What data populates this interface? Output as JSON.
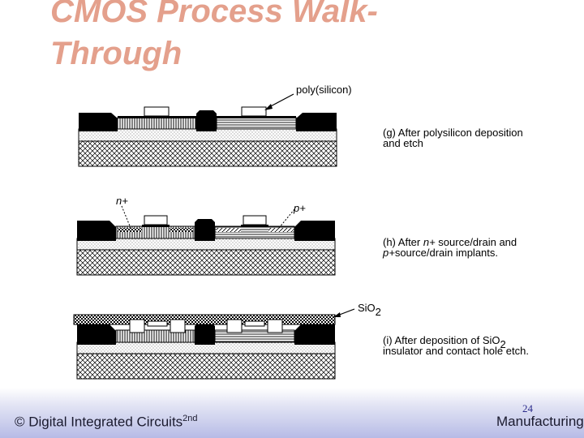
{
  "title": {
    "line1": "CMOS Process Walk-",
    "line2": "Through"
  },
  "labels": {
    "poly": "poly(silicon)",
    "g_line1": "(g) After polysilicon deposition",
    "g_line2": "and etch",
    "n_plus": "n+",
    "p_plus": "p+",
    "h_line1_a": "(h) After ",
    "h_line1_n": "n+",
    "h_line1_b": " source/drain and",
    "h_line2_p": "p+",
    "h_line2_b": "source/drain implants.",
    "sio2_main": "SiO",
    "sio2_sub": "2",
    "i_line1": "(i) After deposition of SiO",
    "i_sub": "2",
    "i_line2": "insulator and contact hole etch."
  },
  "footer": {
    "copyright": "© Digital Integrated Circuits",
    "edition_sup": "2nd",
    "page_number": "24",
    "section": "Manufacturing"
  },
  "colors": {
    "title": "#e4a08c",
    "footer_gradient_end": "#b7bbe6"
  }
}
